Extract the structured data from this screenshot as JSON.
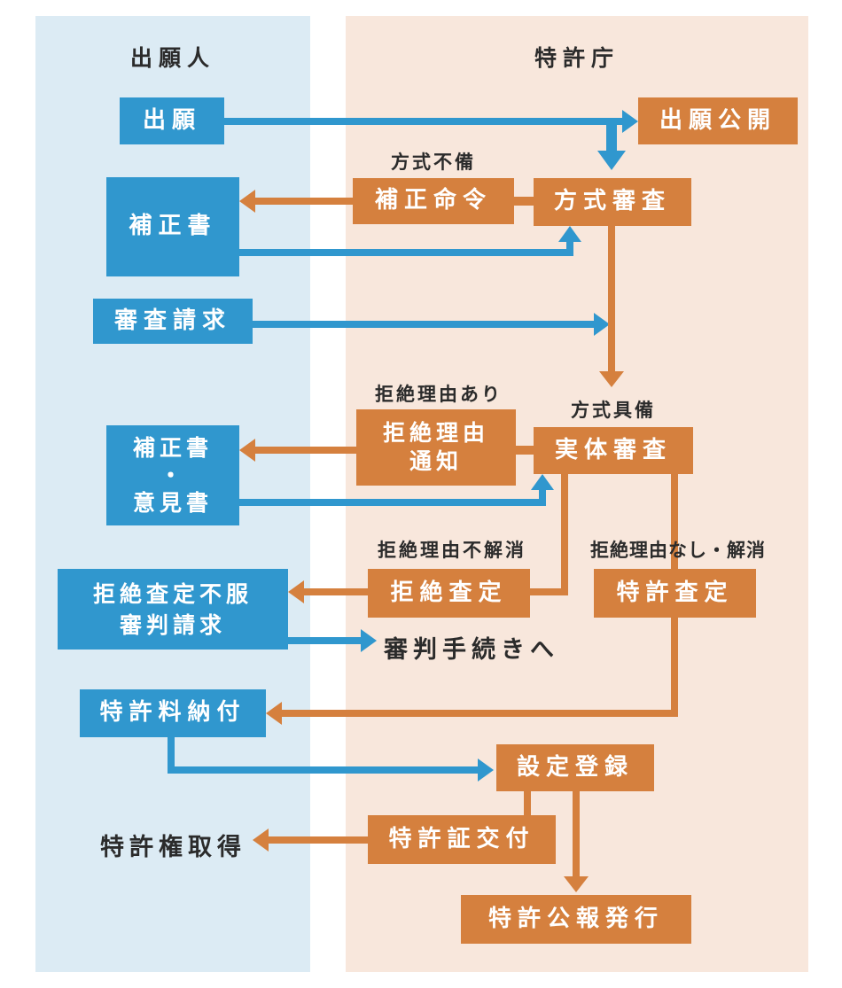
{
  "columns": {
    "applicant": {
      "title": "出願人"
    },
    "jpo": {
      "title": "特許庁"
    }
  },
  "boxes": {
    "shutsugan": {
      "label": "出願"
    },
    "shutsugan_kokai": {
      "label": "出願公開"
    },
    "hosei_meirei": {
      "label": "補正命令"
    },
    "hoshiki_shinsa": {
      "label": "方式審査"
    },
    "hoseisho": {
      "label": "補正書"
    },
    "shinsa_seikyu": {
      "label": "審査請求"
    },
    "kyozetsu_riyu_tsuchi": {
      "lines": [
        "拒絶理由",
        "通知"
      ]
    },
    "jittai_shinsa": {
      "label": "実体審査"
    },
    "hoseisho_ikensho": {
      "lines": [
        "補正書",
        "・",
        "意見書"
      ]
    },
    "kyozetsu_satei": {
      "label": "拒絶査定"
    },
    "tokkyo_satei": {
      "label": "特許査定"
    },
    "fufuku_shinpan": {
      "lines": [
        "拒絶査定不服",
        "審判請求"
      ]
    },
    "tokkyoryo_nofu": {
      "label": "特許料納付"
    },
    "settei_toroku": {
      "label": "設定登録"
    },
    "tokkyosho_kofu": {
      "label": "特許証交付"
    },
    "tokkyo_koho_hakko": {
      "label": "特許公報発行"
    }
  },
  "annotations": {
    "hoshiki_fubi": "方式不備",
    "kyozetsu_riyu_ari": "拒絶理由あり",
    "hoshiki_gubi": "方式具備",
    "kyozetsu_riyu_fukaisho": "拒絶理由不解消",
    "kyozetsu_riyu_nashi_kaisho": "拒絶理由なし・解消",
    "shinpan_tetsuzuki_e": "審判手続きへ",
    "tokkyoken_shutoku": "特許権取得"
  },
  "colors": {
    "applicant_column_bg": "#DCEBF4",
    "jpo_column_bg": "#F8E7DC",
    "box_blue": "#3097CE",
    "box_orange": "#D5803E",
    "text_dark": "#2B2B2B",
    "box_text": "#FFFFFF"
  }
}
